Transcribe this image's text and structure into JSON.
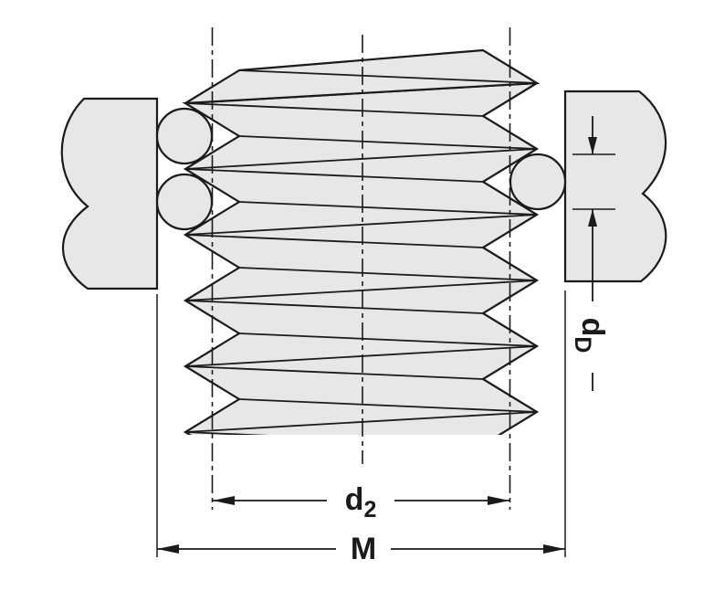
{
  "diagram": {
    "type": "technical-drawing",
    "subject": "screw-thread-measurement-over-wires",
    "labels": {
      "pitch_diameter": {
        "base": "d",
        "sub": "2"
      },
      "measure_over_wires": {
        "base": "M"
      },
      "wire_diameter": {
        "base": "d",
        "sub": "D"
      }
    },
    "colors": {
      "background": "#ffffff",
      "line": "#1a1a1a",
      "fill": "#e7e7e7"
    }
  }
}
